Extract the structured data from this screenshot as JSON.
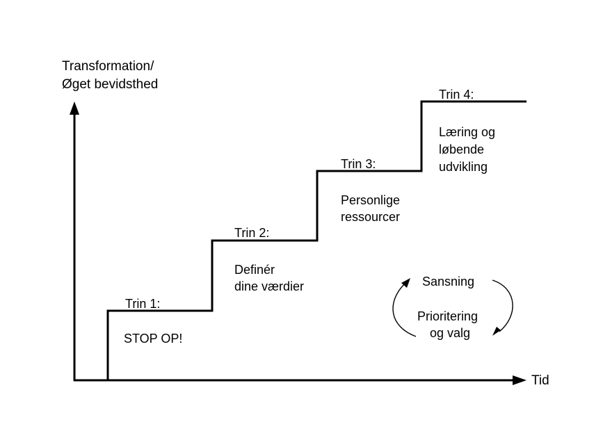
{
  "axes": {
    "y_label_line1": "Transformation/",
    "y_label_line2": "Øget bevidsthed",
    "x_label": "Tid"
  },
  "steps": [
    {
      "title": "Trin 1:",
      "text_line1": "STOP OP!",
      "text_line2": ""
    },
    {
      "title": "Trin 2:",
      "text_line1": "Definér",
      "text_line2": "dine værdier"
    },
    {
      "title": "Trin 3:",
      "text_line1": "Personlige",
      "text_line2": "ressourcer"
    },
    {
      "title": "Trin 4:",
      "text_line1": "Læring og",
      "text_line2": "løbende",
      "text_line3": "udvikling"
    }
  ],
  "cycle": {
    "top_label": "Sansning",
    "bottom_label_line1": "Prioritering",
    "bottom_label_line2": "og valg"
  }
}
